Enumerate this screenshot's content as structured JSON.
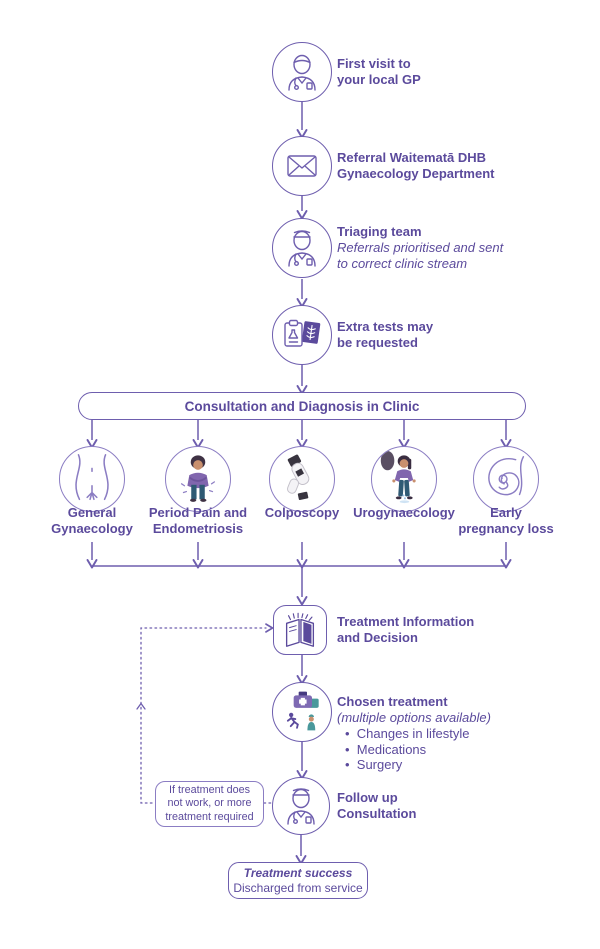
{
  "title": "Gynaecology service patient pathway",
  "colors": {
    "primary_text": "#5b4a9c",
    "line": "#6e5eae",
    "circle_light": "#8b7dc3",
    "icon_fill": "#5b4a9c",
    "teal": "#49989b",
    "shirt_purple": "#8166ae",
    "denim": "#2f5a74",
    "skin": "#c9906e",
    "hair": "#3f3244"
  },
  "icons": [
    "gp-doctor-icon",
    "envelope-icon",
    "triage-doctor-icon",
    "tests-xray-icon",
    "pelvis-icon",
    "period-pain-person-icon",
    "colposcope-icon",
    "urogynaecology-person-icon",
    "fetus-icon",
    "book-icon",
    "treatment-options-icon",
    "followup-doctor-icon"
  ],
  "flow": {
    "step_gp": {
      "label": "First visit to\nyour local GP"
    },
    "step_referral": {
      "label": "Referral Waitematā DHB\nGynaecology Department"
    },
    "step_triage": {
      "title": "Triaging team",
      "subtitle": "Referrals prioritised and sent\nto correct clinic stream"
    },
    "step_tests": {
      "label": "Extra tests may\nbe requested"
    },
    "consultation_banner": "Consultation and Diagnosis in Clinic",
    "branches": [
      {
        "label": "General\nGynaecology"
      },
      {
        "label": "Period Pain and\nEndometriosis"
      },
      {
        "label": "Colposcopy"
      },
      {
        "label": "Urogynaecology"
      },
      {
        "label": "Early\npregnancy loss"
      }
    ],
    "treatment_info": {
      "label": "Treatment Information\nand Decision"
    },
    "chosen_treatment": {
      "title": "Chosen treatment",
      "subtitle": "(multiple options available)",
      "options": [
        "Changes in lifestyle",
        "Medications",
        "Surgery"
      ]
    },
    "follow_up": {
      "label": "Follow up\nConsultation"
    },
    "loop_note": "If treatment does\nnot work, or more\ntreatment required",
    "success": {
      "title": "Treatment success",
      "subtitle": "Discharged from service"
    }
  }
}
